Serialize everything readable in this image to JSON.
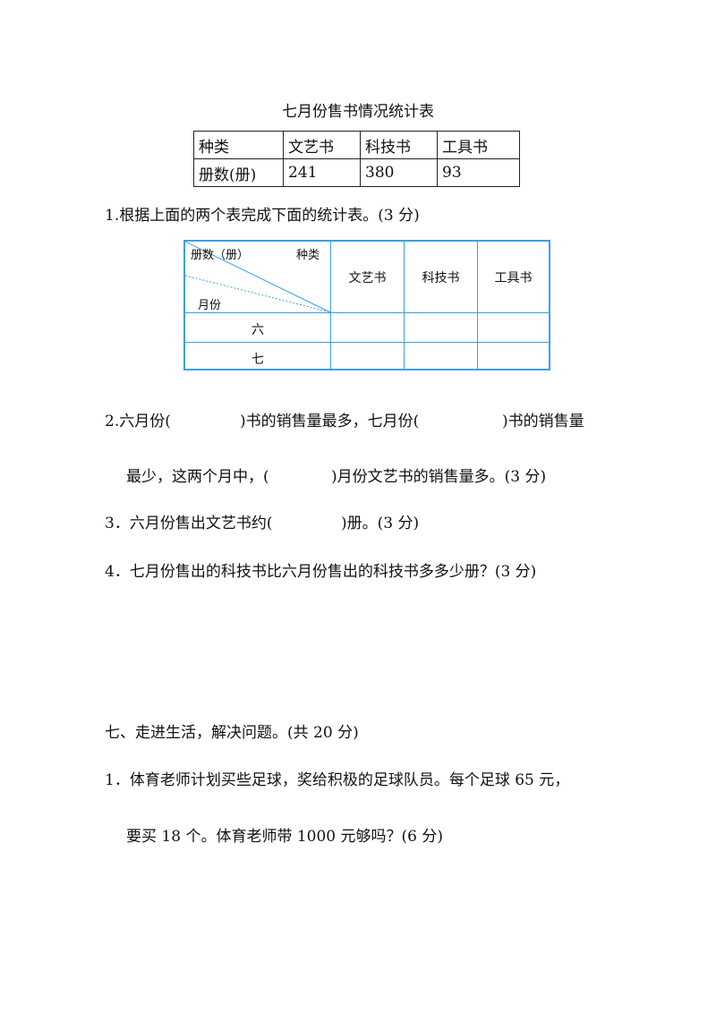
{
  "july_table": {
    "title": "七月份售书情况统计表",
    "header": [
      "种类",
      "文艺书",
      "科技书",
      "工具书"
    ],
    "row": [
      "册数(册)",
      "241",
      "380",
      "93"
    ]
  },
  "q1": {
    "text": "1.根据上面的两个表完成下面的统计表。(3 分)"
  },
  "blank_table": {
    "corner_top_left": "册数（册）",
    "corner_top_right": "种类",
    "corner_bottom_left": "月份",
    "columns": [
      "文艺书",
      "科技书",
      "工具书"
    ],
    "rows": [
      "六",
      "七"
    ]
  },
  "q2": {
    "part1": "2.六月份(",
    "part2": ")书的销售量最多，七月份(",
    "part3": ")书的销售量",
    "line2_part1": "最少，这两个月中，(",
    "line2_part2": ")月份文艺书的销售量多。(3 分)"
  },
  "q3": {
    "part1": "3．六月份售出文艺书约(",
    "part2": ")册。(3 分)"
  },
  "q4": {
    "text": "4．七月份售出的科技书比六月份售出的科技书多多少册？(3 分)"
  },
  "section7": {
    "heading": "七、走进生活，解决问题。(共 20 分)"
  },
  "s7_q1": {
    "line1": "1．体育老师计划买些足球，奖给积极的足球队员。每个足球 65 元，",
    "line2": "要买 18 个。体育老师带 1000 元够吗？(6 分)"
  }
}
